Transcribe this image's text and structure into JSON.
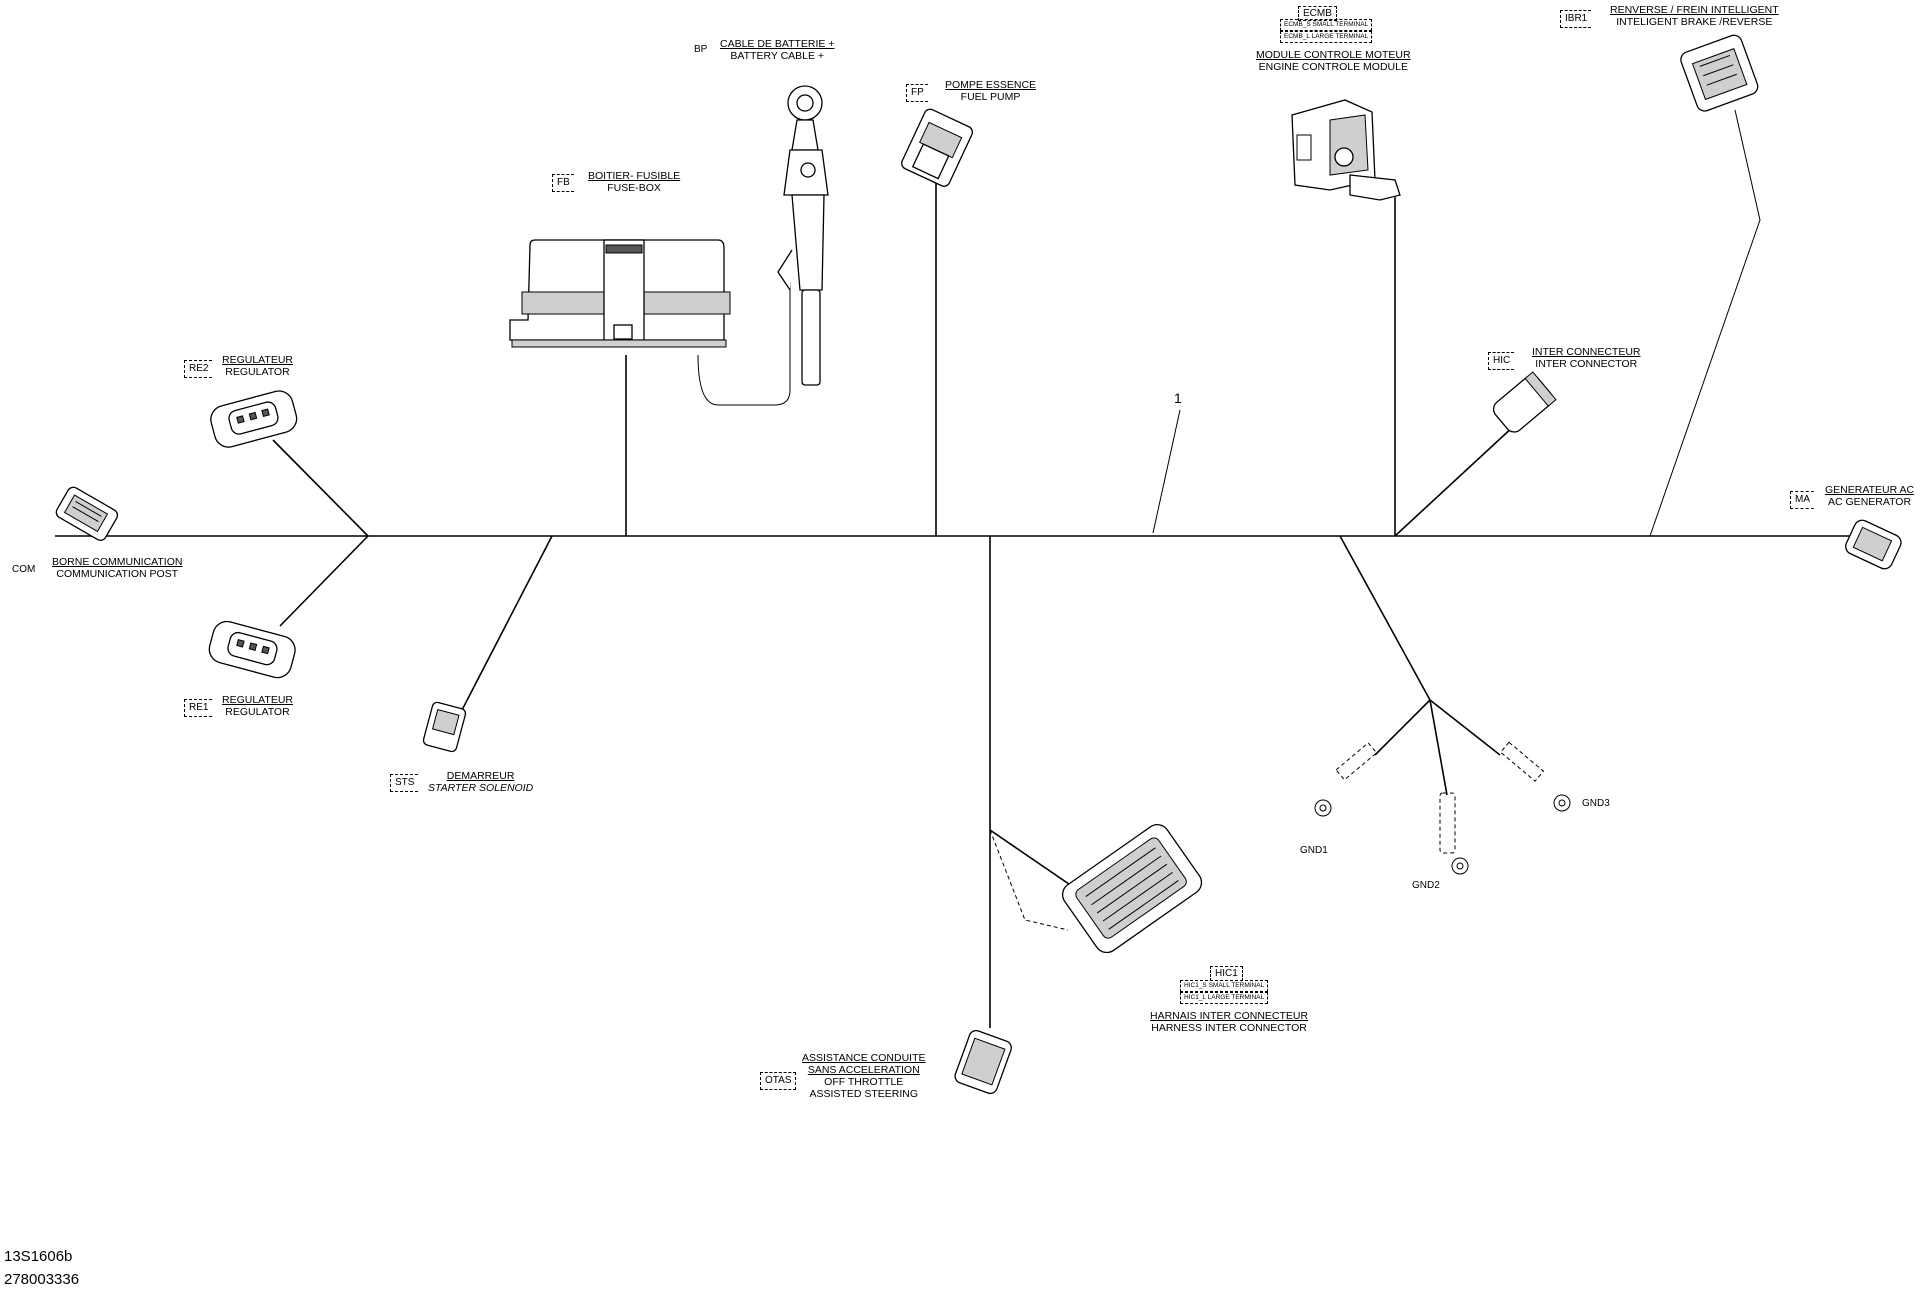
{
  "diagram": {
    "item_number": "1",
    "footer": {
      "figure_ref": "13S1606b",
      "part_number": "278003336"
    },
    "connectors": {
      "bp": {
        "code": "BP",
        "fr": "CABLE DE BATTERIE +",
        "en": "BATTERY CABLE +"
      },
      "fp": {
        "code": "FP",
        "fr": "POMPE ESSENCE",
        "en": "FUEL PUMP"
      },
      "fb": {
        "code": "FB",
        "fr": "BOITIER- FUSIBLE",
        "en": "FUSE-BOX"
      },
      "ecm": {
        "code": "ECMB",
        "sub1_code": "ECMB_S",
        "sub1": "SMALL TERMINAL",
        "sub2_code": "ECMB_L",
        "sub2": "LARGE TERMINAL",
        "fr": "MODULE CONTROLE MOTEUR",
        "en": "ENGINE CONTROLE MODULE"
      },
      "ibr": {
        "code": "IBR1",
        "fr": "RENVERSE / FREIN INTELLIGENT",
        "en": "INTELIGENT BRAKE /REVERSE"
      },
      "re2": {
        "code": "RE2",
        "fr": "REGULATEUR",
        "en": "REGULATOR"
      },
      "re1": {
        "code": "RE1",
        "fr": "REGULATEUR",
        "en": "REGULATOR"
      },
      "com": {
        "code": "COM",
        "fr": "BORNE COMMUNICATION",
        "en": "COMMUNICATION POST"
      },
      "hic": {
        "code": "HIC",
        "fr": "INTER CONNECTEUR",
        "en": "INTER CONNECTOR"
      },
      "ma": {
        "code": "MA",
        "fr": "GENERATEUR AC",
        "en": "AC GENERATOR"
      },
      "sts": {
        "code": "STS",
        "fr": "DEMARREUR",
        "en": "STARTER SOLENOID"
      },
      "hic1": {
        "code": "HIC1",
        "sub1_code": "HIC1_S",
        "sub1": "SMALL TERMINAL",
        "sub2_code": "HIC1_L",
        "sub2": "LARGE TERMINAL",
        "fr": "HARNAIS INTER CONNECTEUR",
        "en": "HARNESS INTER CONNECTOR"
      },
      "otas": {
        "code": "OTAS",
        "fr1": "ASSISTANCE CONDUITE",
        "fr2": "SANS ACCELERATION",
        "en1": "OFF THROTTLE",
        "en2": "ASSISTED STEERING"
      }
    },
    "grounds": {
      "gnd1": "GND1",
      "gnd2": "GND2",
      "gnd3": "GND3"
    }
  }
}
